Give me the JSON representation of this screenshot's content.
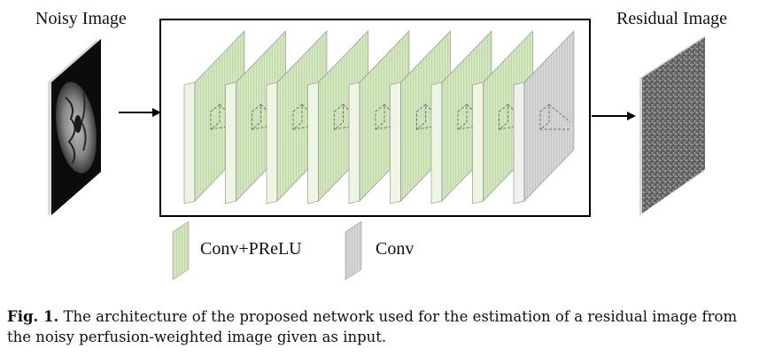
{
  "labels": {
    "input": "Noisy Image",
    "output": "Residual Image"
  },
  "legend": [
    {
      "label": "Conv+PReLU",
      "color": "#d8e8c4"
    },
    {
      "label": "Conv",
      "color": "#d0d0d0"
    }
  ],
  "network": {
    "layers": [
      {
        "type": "Conv+PReLU"
      },
      {
        "type": "Conv+PReLU"
      },
      {
        "type": "Conv+PReLU"
      },
      {
        "type": "Conv+PReLU"
      },
      {
        "type": "Conv+PReLU"
      },
      {
        "type": "Conv+PReLU"
      },
      {
        "type": "Conv+PReLU"
      },
      {
        "type": "Conv+PReLU"
      },
      {
        "type": "Conv"
      }
    ]
  },
  "caption": {
    "label": "Fig. 1.",
    "text": "The architecture of the proposed network used for the estimation of a residual image from the noisy perfusion-weighted image given as input."
  }
}
